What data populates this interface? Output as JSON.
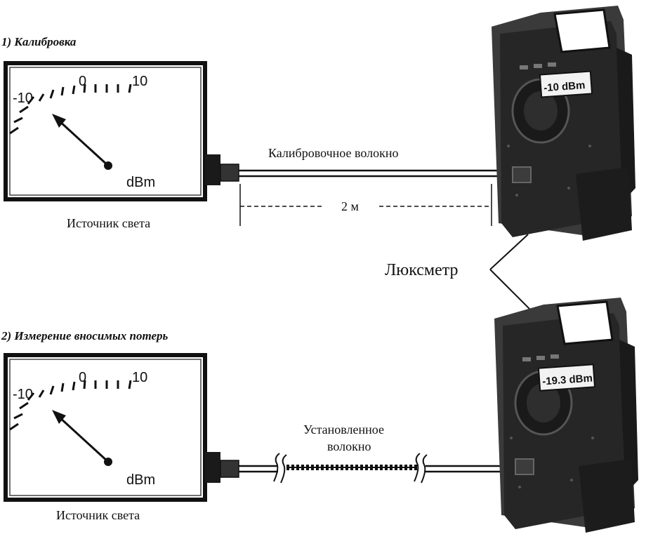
{
  "sections": [
    {
      "title": "1) Калибровка",
      "source_label": "Источник света",
      "fiber_label": "Калибровочное волокно",
      "length_label": "2 м",
      "meter_reading": "-10 dBm",
      "scale_labels": [
        "-10",
        "0",
        "10"
      ],
      "unit_label": "dBm"
    },
    {
      "title": "2) Измерение вносимых потерь",
      "source_label": "Источник света",
      "fiber_label_line1": "Установленное",
      "fiber_label_line2": "волокно",
      "meter_reading": "-19.3 dBm",
      "scale_labels": [
        "-10",
        "0",
        "10"
      ],
      "unit_label": "dBm"
    }
  ],
  "shared_label": "Люксметр",
  "colors": {
    "ink": "#111111",
    "meter_body": "#262626",
    "screen": "#f2f2f2"
  }
}
